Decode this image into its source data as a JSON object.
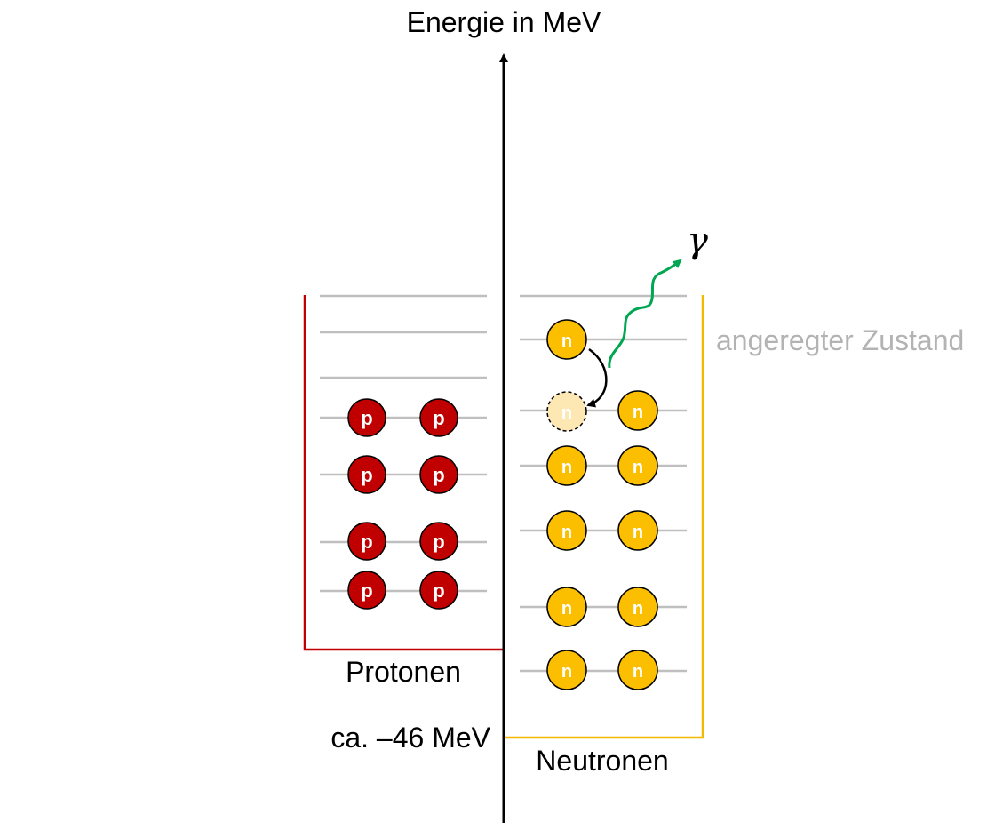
{
  "axis": {
    "label": "Energie in MeV"
  },
  "protons": {
    "label": "Protonen",
    "particle_symbol": "p",
    "well_color": "#c00000",
    "particle_color": "#c00000"
  },
  "neutrons": {
    "label": "Neutronen",
    "particle_symbol": "n",
    "well_color": "#f5b800",
    "particle_color": "#fbbf00"
  },
  "well_depth_label": "ca. –46 MeV",
  "excited_state_label": "angeregter Zustand",
  "gamma": {
    "symbol": "γ",
    "color": "#00a651"
  }
}
